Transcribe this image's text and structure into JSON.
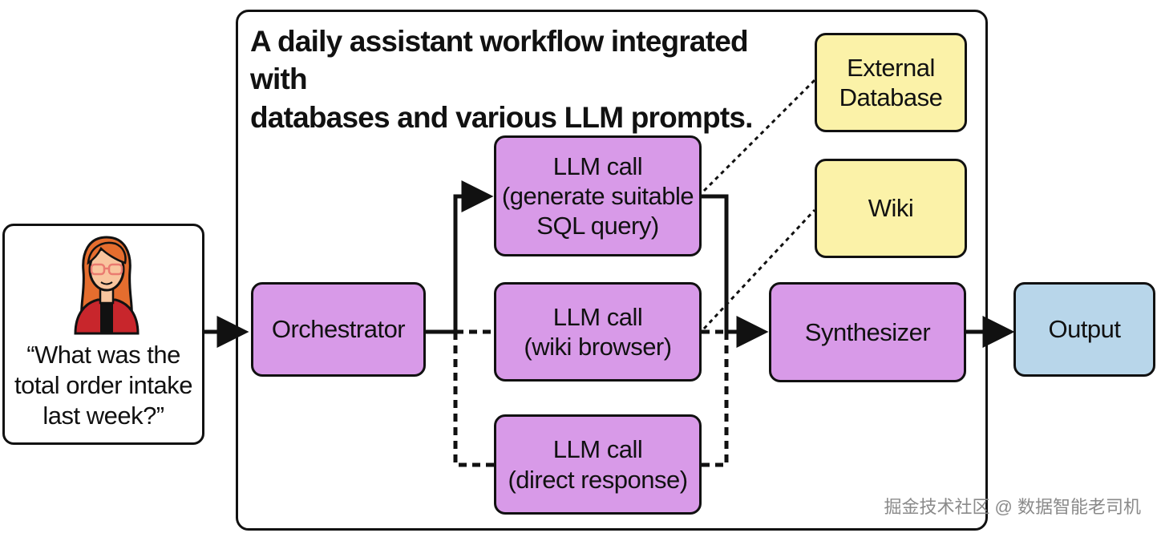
{
  "title": "A daily assistant workflow integrated with\ndatabases and various LLM prompts.",
  "user": {
    "question": "“What was the\ntotal order intake\nlast week?”"
  },
  "nodes": {
    "orchestrator": "Orchestrator",
    "llm_sql": "LLM call\n(generate suitable\nSQL query)",
    "llm_wiki": "LLM call\n(wiki browser)",
    "llm_direct": "LLM call\n(direct response)",
    "external_db": "External\nDatabase",
    "wiki": "Wiki",
    "synthesizer": "Synthesizer",
    "output": "Output"
  },
  "watermark": "掘金技术社区 @ 数据智能老司机",
  "colors": {
    "llm": "#d89ae8",
    "resource": "#fbf2a8",
    "output": "#b8d6ea",
    "stroke": "#111111",
    "hair": "#e56d2e",
    "shirt": "#c8262c",
    "glasses": "#ea7b70",
    "skin": "#f9c59e"
  }
}
